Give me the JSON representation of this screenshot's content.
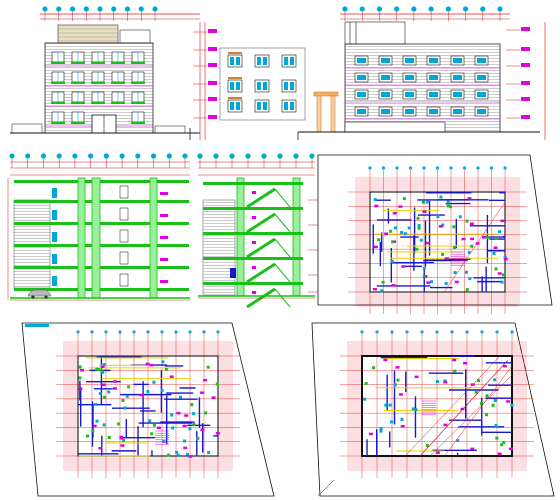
{
  "title": "",
  "colors": {
    "background": "#ffffff",
    "red_dim": "#e01818",
    "cyan_mark": "#00a8d8",
    "magenta_tag": "#e000e0",
    "green_struct": "#18c018",
    "blue_wall": "#1818d0",
    "black_line": "#111111",
    "yellow_line": "#e8d000",
    "pink_offset": "#f06070",
    "gray_fill": "#b8b8b8",
    "orange_gate": "#d08030"
  },
  "drawings": [
    {
      "id": "front-elevation",
      "kind": "elevation",
      "floors": 4
    },
    {
      "id": "window-details",
      "kind": "detail",
      "windows": 6
    },
    {
      "id": "gate-detail",
      "kind": "detail"
    },
    {
      "id": "side-elevation",
      "kind": "elevation",
      "floors": 4
    },
    {
      "id": "section-a",
      "kind": "section",
      "floors": 4
    },
    {
      "id": "section-b",
      "kind": "section",
      "floors": 4
    },
    {
      "id": "plan-1",
      "kind": "plan"
    },
    {
      "id": "plan-2",
      "kind": "plan"
    },
    {
      "id": "plan-3",
      "kind": "plan"
    }
  ],
  "icons": {
    "grid_bubble": "grid-bubble-icon",
    "level_tag": "level-tag-icon",
    "car": "car-icon"
  }
}
